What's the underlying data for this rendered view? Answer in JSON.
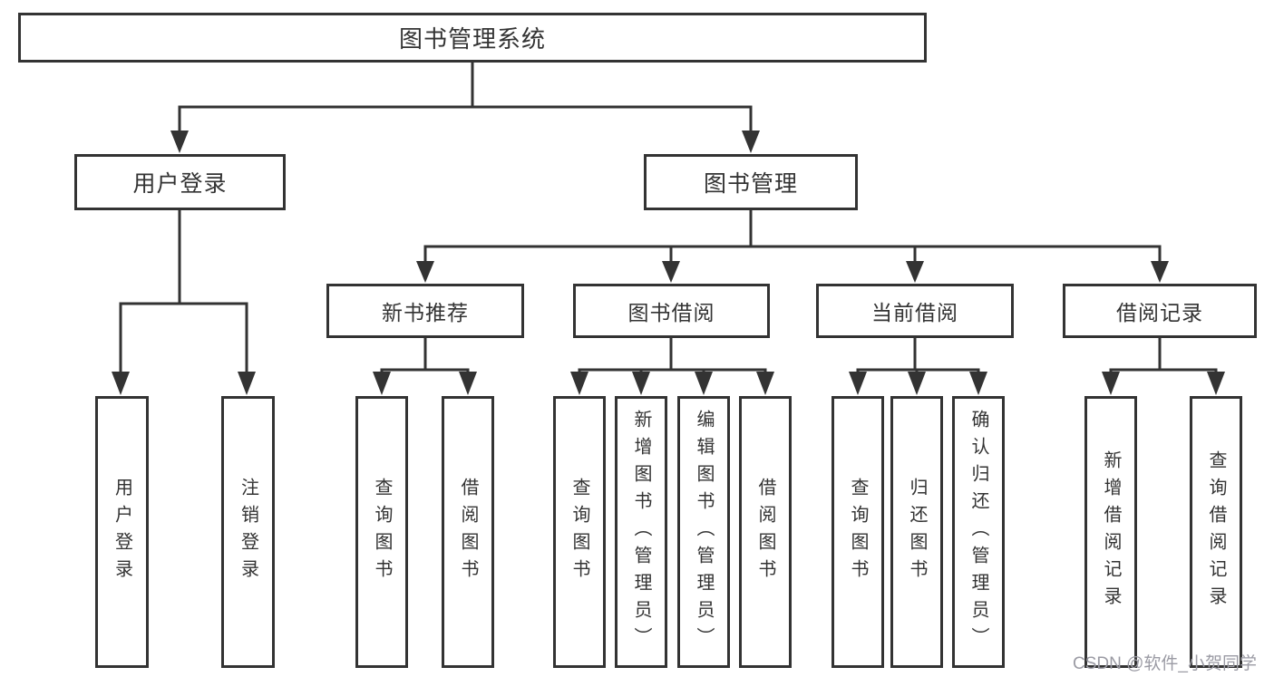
{
  "diagram_title": "图书管理系统",
  "nodes": {
    "root": "图书管理系统",
    "level1": {
      "user_login": "用户登录",
      "book_mgmt": "图书管理"
    },
    "level2": {
      "new_books": "新书推荐",
      "book_borrow": "图书借阅",
      "current_borrow": "当前借阅",
      "borrow_records": "借阅记录"
    },
    "leaves": {
      "user_login": [
        "用户登录",
        "注销登录"
      ],
      "new_books": [
        "查询图书",
        "借阅图书"
      ],
      "book_borrow": [
        "查询图书",
        "新增图书（管理员）",
        "编辑图书（管理员）",
        "借阅图书"
      ],
      "current_borrow": [
        "查询图书",
        "归还图书",
        "确认归还（管理员）"
      ],
      "borrow_records": [
        "新增借阅记录",
        "查询借阅记录"
      ]
    }
  },
  "watermark": "CSDN @软件_小贺同学",
  "colors": {
    "line": "#333333",
    "text": "#333333",
    "box_background": "#ffffff",
    "watermark": "#9b9ba4",
    "background": "#ffffff"
  }
}
